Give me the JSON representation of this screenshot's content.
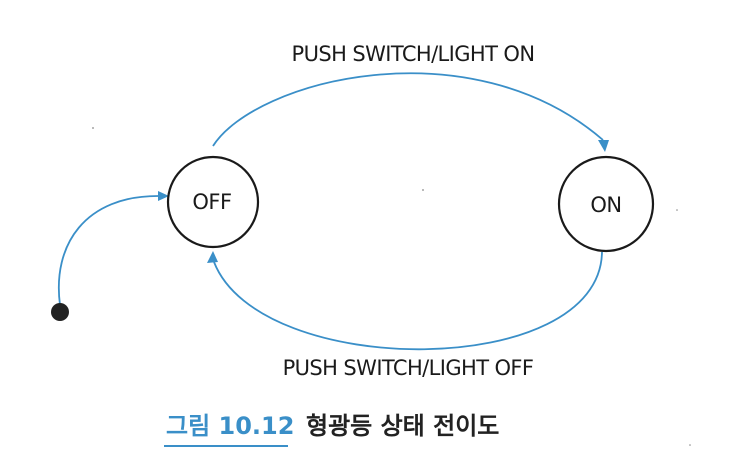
{
  "states": {
    "off": {
      "label": "OFF"
    },
    "on": {
      "label": "ON"
    }
  },
  "transitions": {
    "off_to_on": {
      "label": "PUSH SWITCH/LIGHT ON"
    },
    "on_to_off": {
      "label": "PUSH SWITCH/LIGHT OFF"
    }
  },
  "caption": {
    "number": "그림 10.12",
    "title": "형광등 상태 전이도"
  },
  "colors": {
    "arrow": "#3a8fc8",
    "caption_accent": "#3a8fc8",
    "stroke": "#1a1a1a"
  }
}
